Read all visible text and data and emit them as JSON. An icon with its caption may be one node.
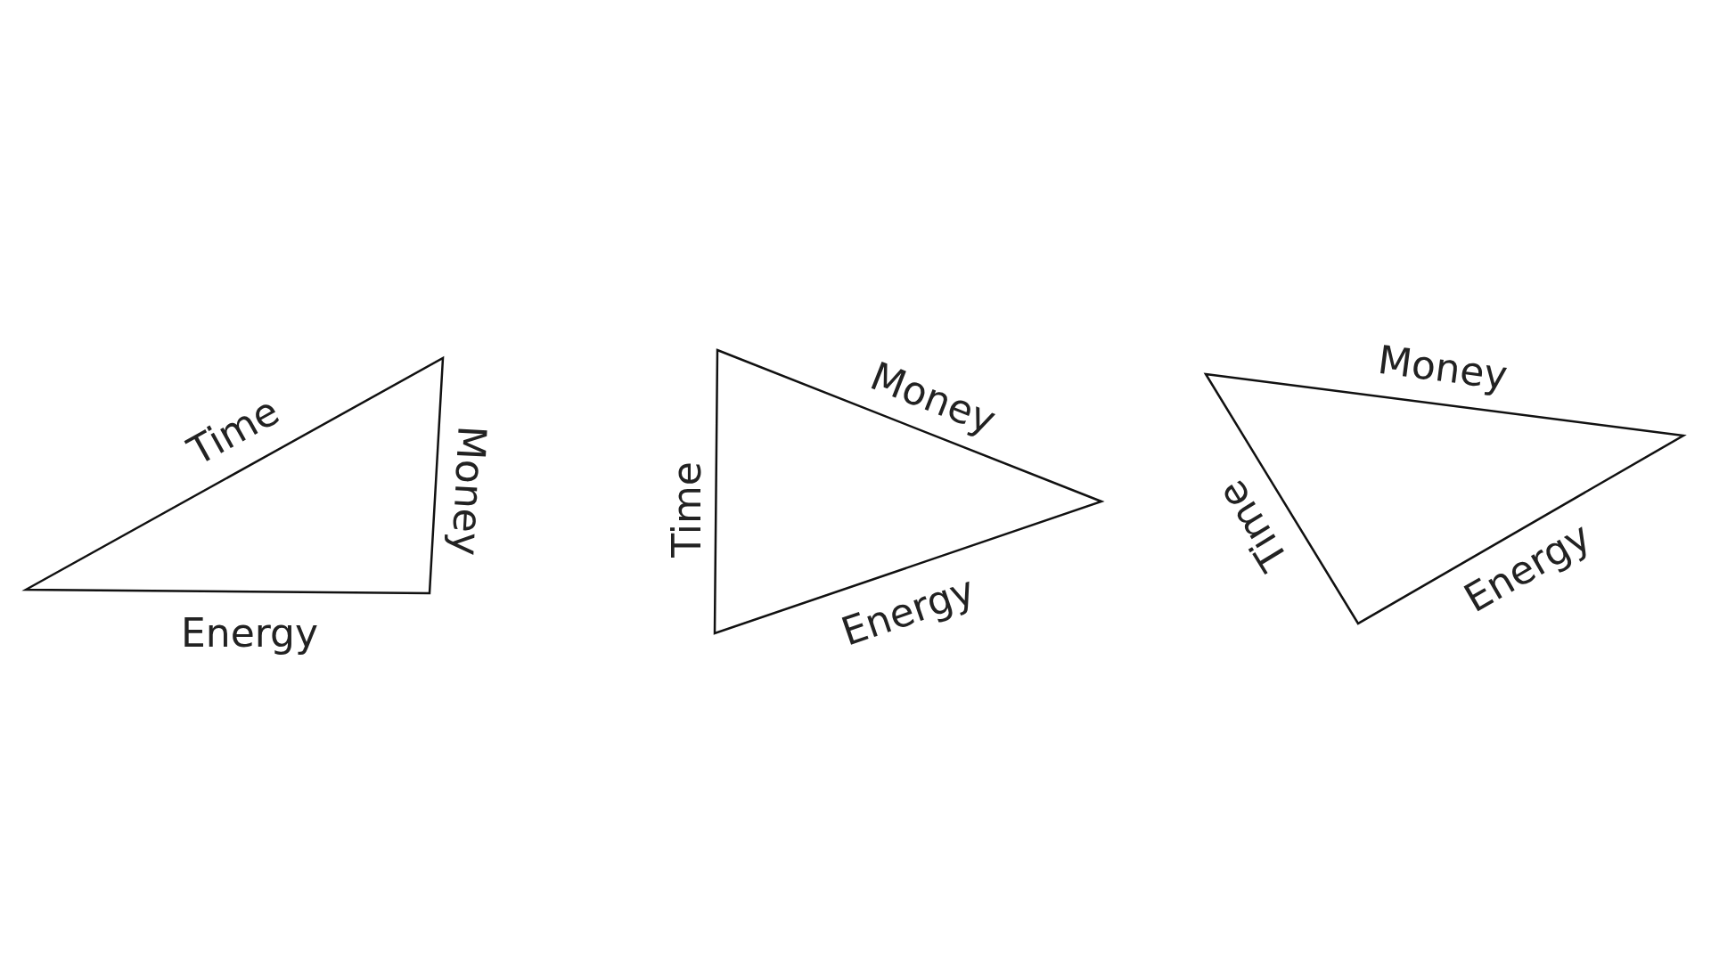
{
  "diagram": {
    "labels": [
      "Time",
      "Money",
      "Energy",
      "Money",
      "Time",
      "Energy",
      "Money",
      "Time",
      "Energy"
    ]
  }
}
